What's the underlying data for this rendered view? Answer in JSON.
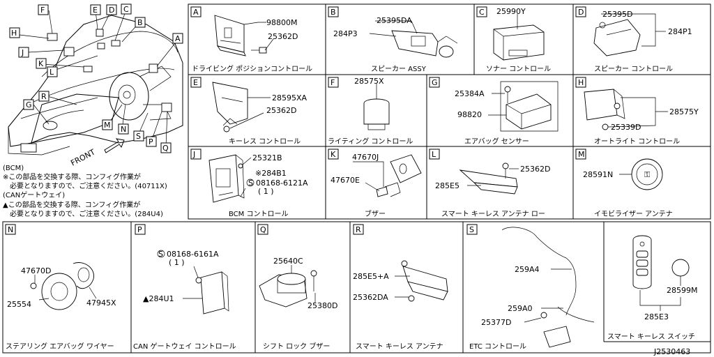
{
  "sections": {
    "A": {
      "letter": "A",
      "caption": "ドライビング ポジションコントロール",
      "parts": [
        "98800M",
        "25362D"
      ]
    },
    "B": {
      "letter": "B",
      "caption": "スピーカー ASSY",
      "parts": [
        "25395DA",
        "284P3"
      ]
    },
    "C": {
      "letter": "C",
      "caption": "ソナー コントロール",
      "parts": [
        "25990Y"
      ]
    },
    "D": {
      "letter": "D",
      "caption": "スピーカー コントロール",
      "parts": [
        "25395D",
        "284P1"
      ]
    },
    "E": {
      "letter": "E",
      "caption": "キーレス コントロール",
      "parts": [
        "28595XA",
        "25362D"
      ]
    },
    "F": {
      "letter": "F",
      "caption": "ライティング コントロール",
      "parts": [
        "28575X"
      ]
    },
    "G": {
      "letter": "G",
      "caption": "エアバッグ センサー",
      "parts": [
        "25384A",
        "98820"
      ]
    },
    "H": {
      "letter": "H",
      "caption": "オートライト コントロール",
      "parts": [
        "28575Y",
        "25339D"
      ]
    },
    "J": {
      "letter": "J",
      "caption": "BCM コントロール",
      "parts": [
        "25321B",
        "※284B1",
        "08168-6121A",
        "( 1 )"
      ]
    },
    "K": {
      "letter": "K",
      "caption": "ブザー",
      "parts": [
        "47670J",
        "47670E"
      ]
    },
    "L": {
      "letter": "L",
      "caption": "スマート キーレス アンテナ ロー",
      "parts": [
        "25362D",
        "285E5"
      ]
    },
    "M": {
      "letter": "M",
      "caption": "イモビライザー アンテナ",
      "parts": [
        "28591N"
      ]
    },
    "N": {
      "letter": "N",
      "caption": "ステアリング エアバッグ ワイヤー",
      "parts": [
        "47670D",
        "25554",
        "47945X"
      ]
    },
    "P": {
      "letter": "P",
      "caption": "CAN ゲートウェイ コントロール",
      "parts": [
        "08168-6161A",
        "( 1 )",
        "▲284U1"
      ]
    },
    "Q": {
      "letter": "Q",
      "caption": "シフト ロック ブザー",
      "parts": [
        "25640C",
        "25380D"
      ]
    },
    "R": {
      "letter": "R",
      "caption": "スマート キーレス アンテナ",
      "parts": [
        "285E5+A",
        "25362DA"
      ]
    },
    "S": {
      "letter": "S",
      "caption": "ETC コントロール",
      "parts": [
        "259A4",
        "259A0",
        "25377D"
      ]
    },
    "T": {
      "caption": "スマート キーレス スイッチ",
      "parts": [
        "28599M",
        "285E3"
      ]
    }
  },
  "overview": {
    "front_label": "FRONT",
    "callouts": [
      "F",
      "E",
      "D",
      "C",
      "B",
      "A",
      "H",
      "J",
      "K",
      "L",
      "G",
      "R",
      "M",
      "N",
      "S",
      "P",
      "Q"
    ]
  },
  "notes": {
    "bcm_header": "(BCM)",
    "bcm_line1": "※この部品を交換する際、コンフィグ作業が",
    "bcm_line2": "必要となりますので、ご注意ください。(40711X)",
    "can_header": "(CANゲートウェイ)",
    "can_line1": "▲この部品を交換する際、コンフィグ作業が",
    "can_line2": "必要となりますので、ご注意ください。(284U4)"
  },
  "drawing_number": "J2530463"
}
